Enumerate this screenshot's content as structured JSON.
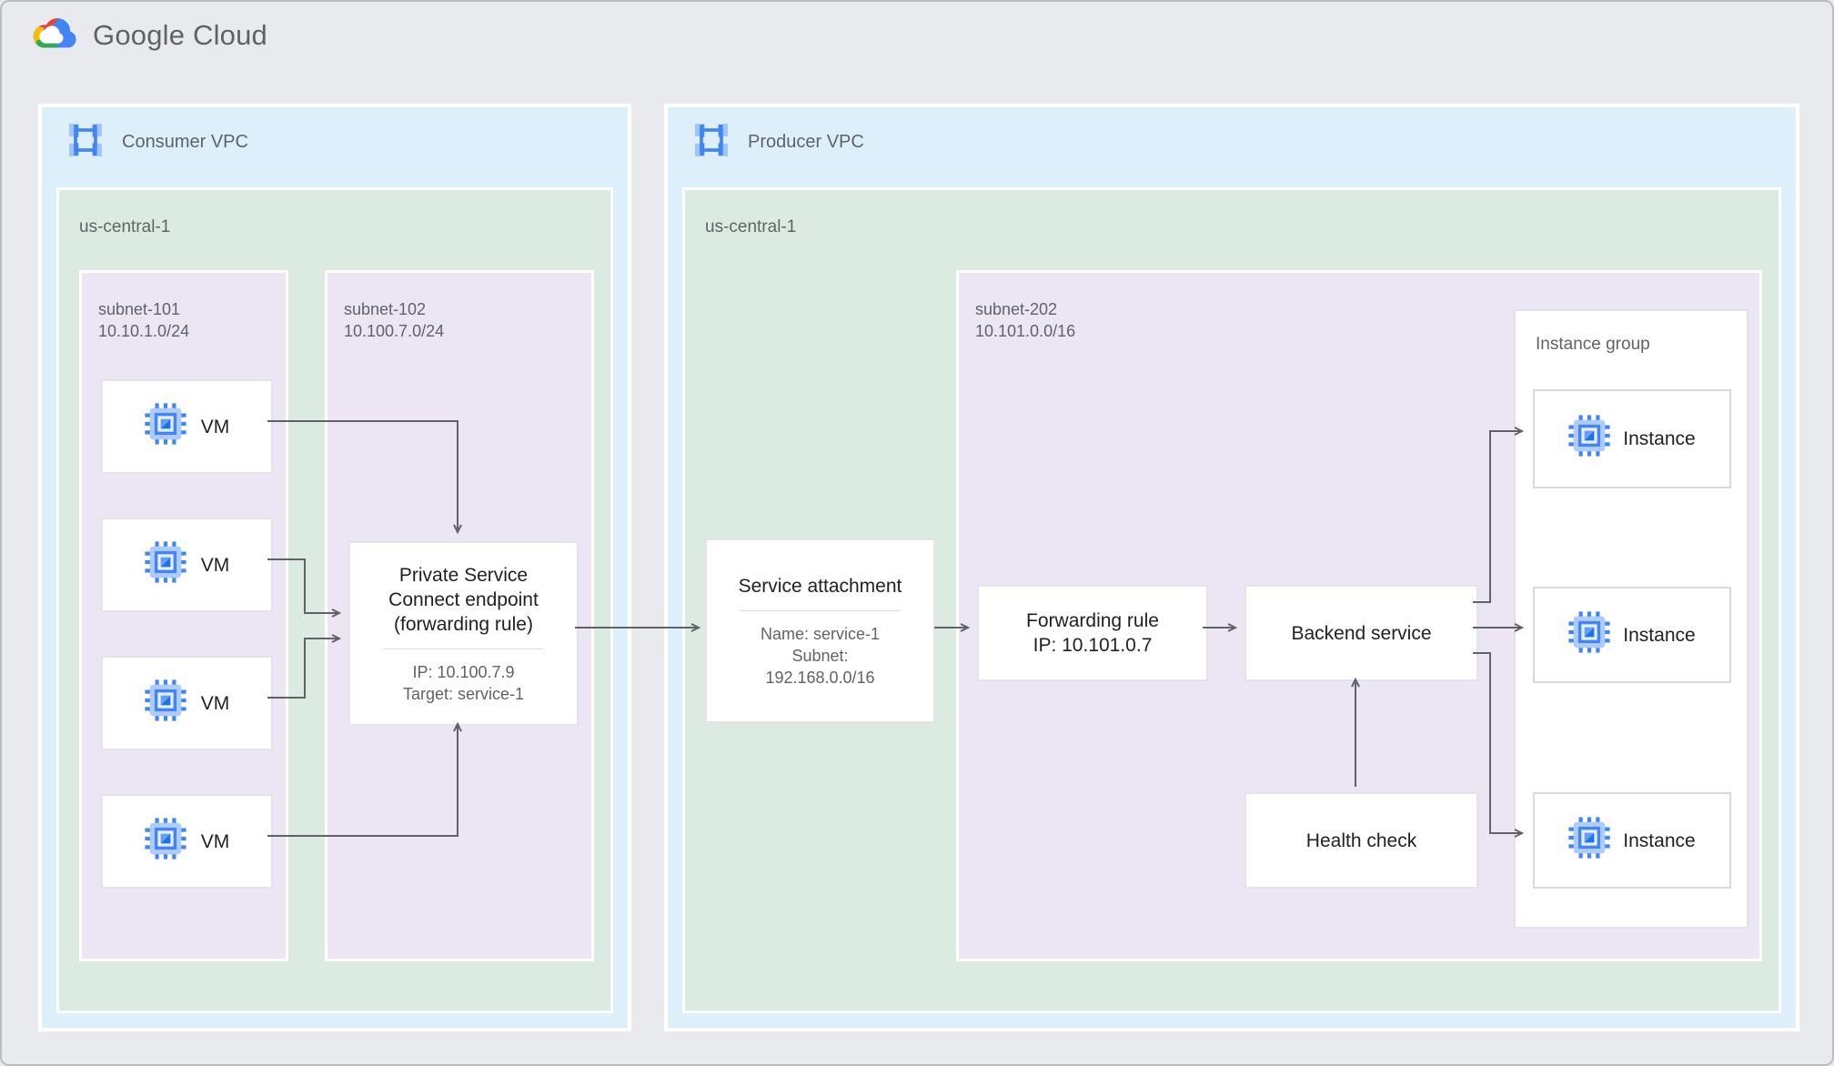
{
  "logo": {
    "text": "Google Cloud"
  },
  "consumer_vpc": {
    "label": "Consumer VPC",
    "region": {
      "label": "us-central-1",
      "subnet101": {
        "name": "subnet-101",
        "cidr": "10.10.1.0/24",
        "vms": [
          {
            "label": "VM"
          },
          {
            "label": "VM"
          },
          {
            "label": "VM"
          },
          {
            "label": "VM"
          }
        ]
      },
      "subnet102": {
        "name": "subnet-102",
        "cidr": "10.100.7.0/24",
        "psc_endpoint": {
          "title": "Private Service Connect endpoint (forwarding rule)",
          "ip": "IP: 10.100.7.9",
          "target": "Target: service-1"
        }
      }
    }
  },
  "producer_vpc": {
    "label": "Producer VPC",
    "region": {
      "label": "us-central-1",
      "service_attachment": {
        "title": "Service attachment",
        "name": "Name: service-1",
        "subnet_label": "Subnet:",
        "subnet_value": "192.168.0.0/16"
      },
      "subnet202": {
        "name": "subnet-202",
        "cidr": "10.101.0.0/16",
        "forwarding_rule": {
          "title": "Forwarding rule",
          "ip": "IP: 10.101.0.7"
        },
        "backend_service": {
          "title": "Backend service"
        },
        "health_check": {
          "title": "Health check"
        },
        "instance_group": {
          "label": "Instance group",
          "instances": [
            {
              "label": "Instance"
            },
            {
              "label": "Instance"
            },
            {
              "label": "Instance"
            }
          ]
        }
      }
    }
  }
}
